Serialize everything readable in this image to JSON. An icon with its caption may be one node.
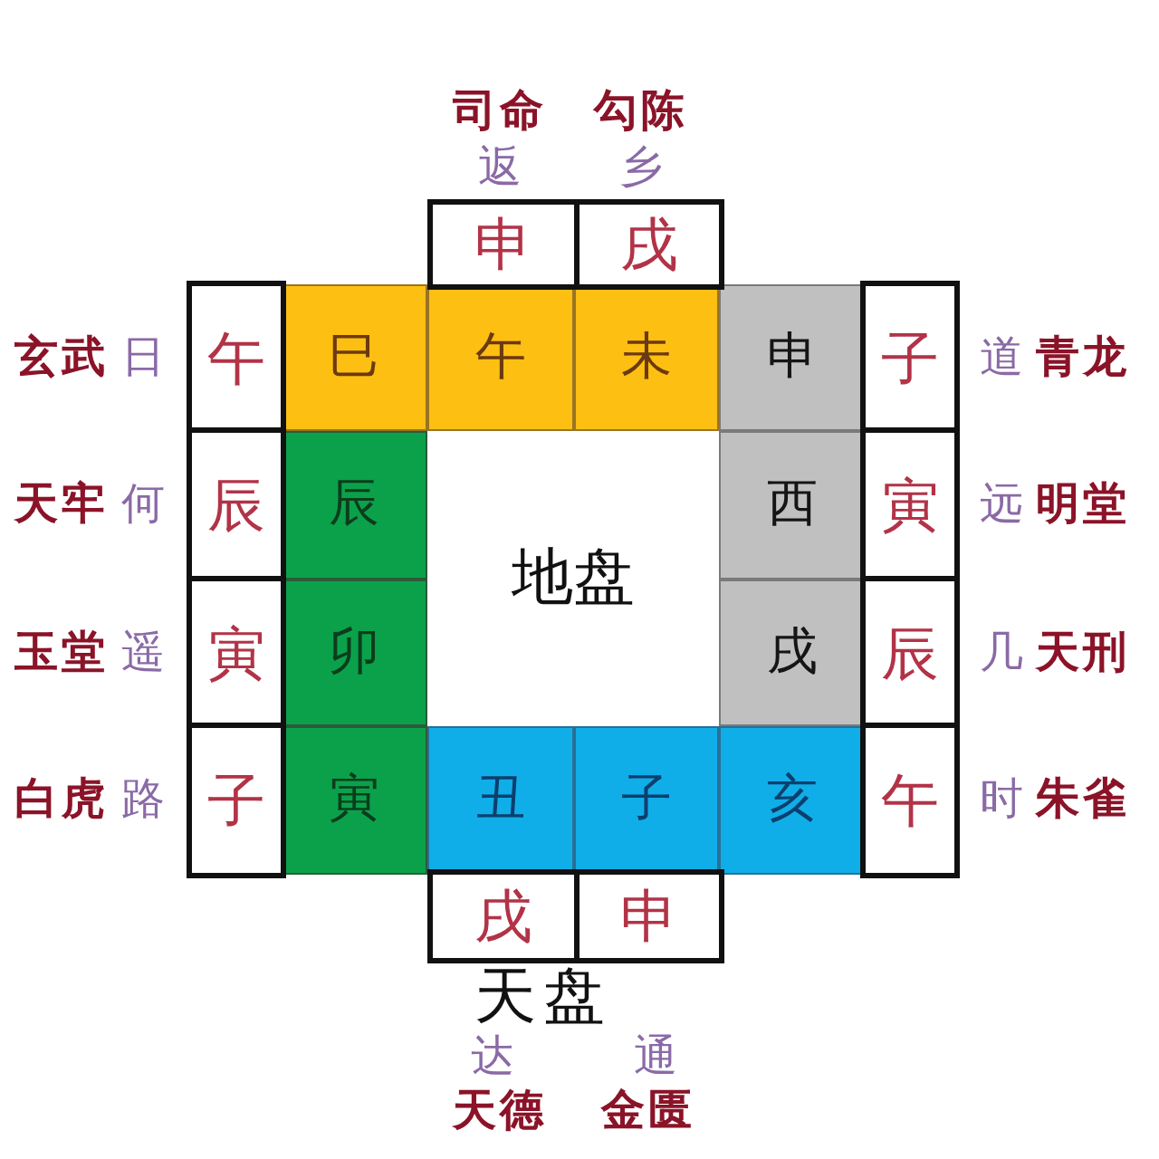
{
  "diagram": {
    "nodes": [
      {
        "text": [
          "申"
        ],
        "beside": [
          "司命",
          "返"
        ]
      },
      {
        "text": [
          "戌"
        ],
        "beside": [
          "勾陈",
          "乡"
        ]
      },
      {
        "text": [
          "午"
        ],
        "beside": [
          "玄武",
          "日"
        ]
      },
      {
        "text": [
          "巳"
        ]
      },
      {
        "text": [
          "午"
        ]
      },
      {
        "text": [
          "未"
        ]
      },
      {
        "text": [
          "申"
        ]
      },
      {
        "text": [
          "子"
        ],
        "beside": [
          "道",
          "青龙"
        ]
      },
      {
        "text": [
          "辰"
        ],
        "beside": [
          "天牢",
          "何"
        ]
      },
      {
        "text": [
          "辰"
        ]
      },
      {
        "text": [
          "地盘"
        ]
      },
      {
        "text": [
          "西"
        ]
      },
      {
        "text": [
          "寅"
        ],
        "beside": [
          "远",
          "明堂"
        ]
      },
      {
        "text": [
          "寅"
        ],
        "beside": [
          "玉堂",
          "遥"
        ]
      },
      {
        "text": [
          "卯"
        ]
      },
      {
        "text": [
          "戌"
        ]
      },
      {
        "text": [
          "辰"
        ],
        "beside": [
          "几",
          "天刑"
        ]
      },
      {
        "text": [
          "子"
        ],
        "beside": [
          "白虎",
          "路"
        ]
      },
      {
        "text": [
          "寅"
        ]
      },
      {
        "text": [
          "丑"
        ]
      },
      {
        "text": [
          "子"
        ]
      },
      {
        "text": [
          "亥"
        ]
      },
      {
        "text": [
          "午"
        ],
        "beside": [
          "时",
          "朱雀"
        ]
      },
      {
        "text": [
          "戌"
        ],
        "beside": [
          "达",
          "天德"
        ]
      },
      {
        "text": [
          "申"
        ],
        "beside": [
          "通",
          "金匮"
        ]
      }
    ],
    "labels": [
      "天盘"
    ]
  }
}
